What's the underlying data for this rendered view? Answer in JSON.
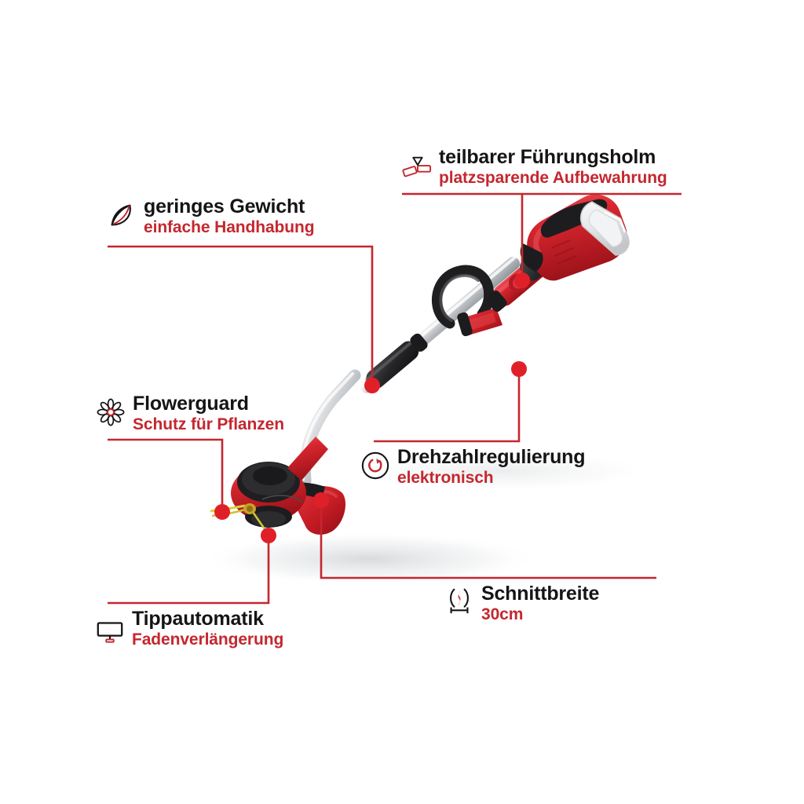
{
  "graphic": {
    "type": "product-feature-infographic",
    "product": "cordless grass trimmer",
    "background_color": "#FFFFFF",
    "accent_color": "#C4272F",
    "title_color": "#151515"
  },
  "features": [
    {
      "id": "geringes-gewicht",
      "title": "geringes Gewicht",
      "subtitle": "einfache Handhabung",
      "icon": "feather-icon"
    },
    {
      "id": "teilbarer-fuehrungsholm",
      "title": "teilbarer Führungsholm",
      "subtitle": "platzsparende Aufbewahrung",
      "icon": "split-shaft-icon"
    },
    {
      "id": "flowerguard",
      "title": "Flowerguard",
      "subtitle": "Schutz für Pflanzen",
      "icon": "flower-icon"
    },
    {
      "id": "drehzahlregulierung",
      "title": "Drehzahlregulierung",
      "subtitle": "elektronisch",
      "icon": "rotation-speed-icon"
    },
    {
      "id": "tippautomatik",
      "title": "Tippautomatik",
      "subtitle": "Fadenverlängerung",
      "icon": "tap-head-icon"
    },
    {
      "id": "schnittbreite",
      "title": "Schnittbreite",
      "subtitle": "30cm",
      "icon": "cutting-width-icon"
    }
  ]
}
